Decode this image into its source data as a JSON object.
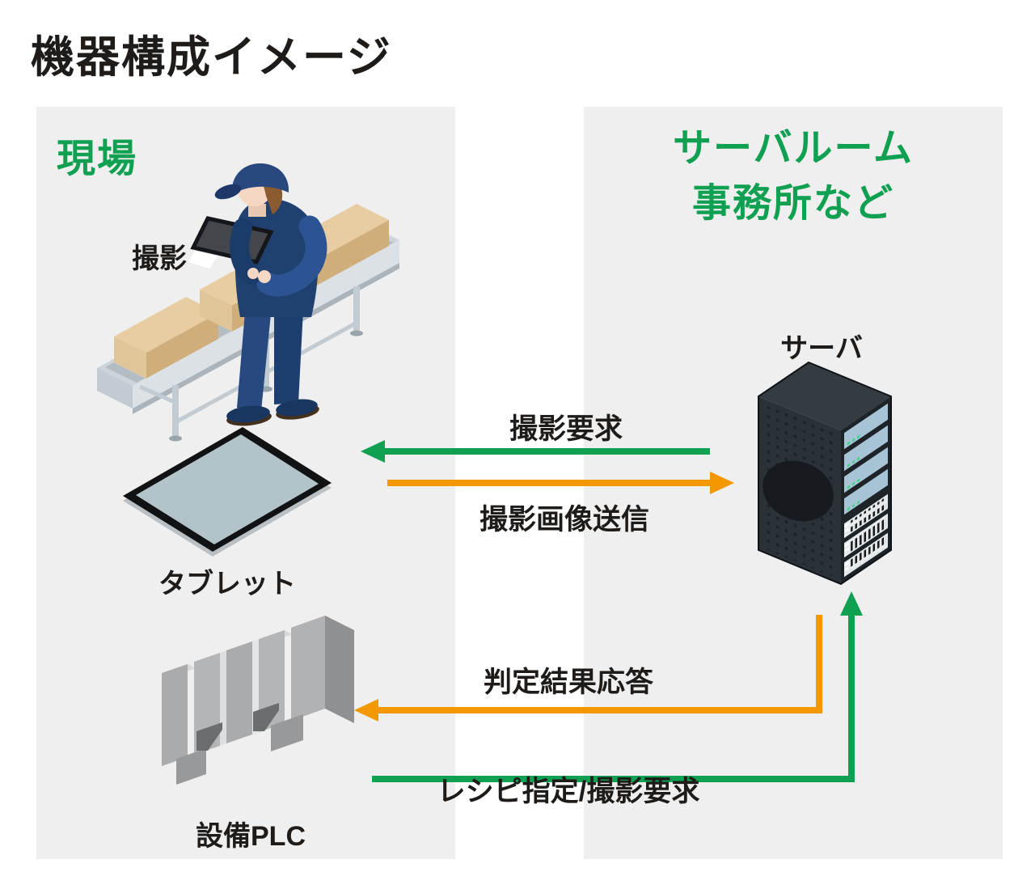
{
  "title": "機器構成イメージ",
  "panels": {
    "site": {
      "heading": "現場"
    },
    "server_room": {
      "heading_line1": "サーバルーム",
      "heading_line2": "事務所など"
    }
  },
  "devices": {
    "shooting_label": "撮影",
    "tablet_label": "タブレット",
    "plc_label": "設備PLC",
    "server_label": "サーバ"
  },
  "arrows": {
    "shoot_request": {
      "label": "撮影要求",
      "color": "#10a052",
      "from": "server",
      "to": "tablet"
    },
    "image_send": {
      "label": "撮影画像送信",
      "color": "#f39800",
      "from": "tablet",
      "to": "server"
    },
    "result_response": {
      "label": "判定結果応答",
      "color": "#f39800",
      "from": "server",
      "to": "plc"
    },
    "recipe_request": {
      "label": "レシピ指定/撮影要求",
      "color": "#10a052",
      "from": "plc",
      "to": "server"
    }
  },
  "colors": {
    "green": "#10a052",
    "orange": "#f39800",
    "panel_background": "#efefef",
    "text": "#1f1b18"
  }
}
